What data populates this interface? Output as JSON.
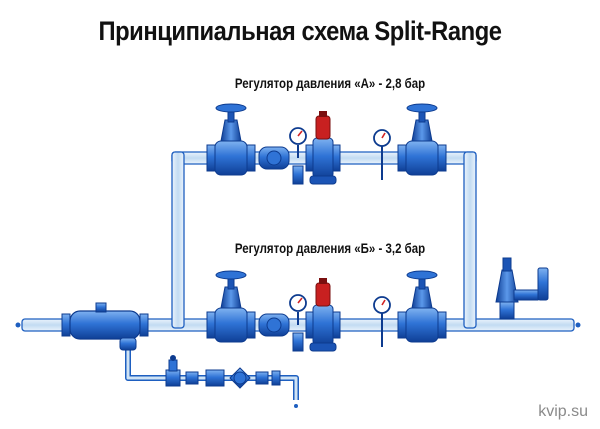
{
  "title": "Принципиальная схема Split-Range",
  "regulator_a": {
    "label": "Регулятор давления «А» - 2,8 бар"
  },
  "regulator_b": {
    "label": "Регулятор давления «Б» - 3,2 бар"
  },
  "watermark": "kvip.su",
  "colors": {
    "pipe": "#cfe3f5",
    "pipe_stroke": "#1e5fc0",
    "body_fill": "#3a7fe0",
    "body_dark": "#0d3b8f",
    "gauge_red": "#d22222",
    "regulator_cap": "#c82020"
  }
}
